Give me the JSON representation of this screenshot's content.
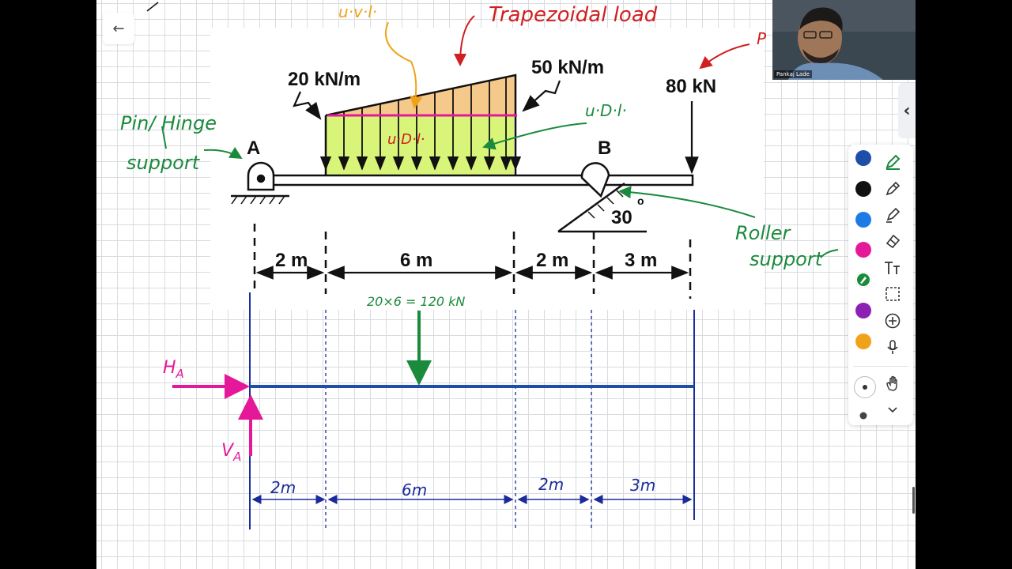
{
  "problem_figure": {
    "point_a": "A",
    "point_b": "B",
    "load_left": "20 kN/m",
    "load_right": "50 kN/m",
    "point_load": "80 kN",
    "angle": "30",
    "degree_mark": "o",
    "spans": [
      "2 m",
      "6 m",
      "2 m",
      "3 m"
    ]
  },
  "annotations": {
    "trapezoidal": "Trapezoidal load",
    "uvl": "u·v·l·",
    "udl_green": "u·D·l·",
    "udl_red": "u·D·l·",
    "pin_support": "Pin/ Hinge support",
    "pin_line1": "Pin/ Hinge",
    "pin_line2": "support",
    "roller_line1": "Roller",
    "roller_line2": "support",
    "corner_mark": "P",
    "resultant": "20×6 = 120 kN",
    "ha_base": "H",
    "ha_sub": "A",
    "va_base": "V",
    "va_sub": "A",
    "spans": [
      "2m",
      "6m",
      "2m",
      "3m"
    ]
  },
  "webcam": {
    "name": "Pankaj Lade"
  },
  "toolbar": {
    "colors": [
      "#1e4fa8",
      "#111111",
      "#1e7be6",
      "#e6189a",
      "#1a8a3c",
      "#8e1fb4",
      "#f0a318"
    ],
    "tools": [
      "pen-icon",
      "pencil-icon",
      "highlighter-icon",
      "eraser-icon",
      "text-icon",
      "lasso-icon",
      "add-icon",
      "mic-icon",
      "hand-icon",
      "chevron-down-icon"
    ]
  }
}
